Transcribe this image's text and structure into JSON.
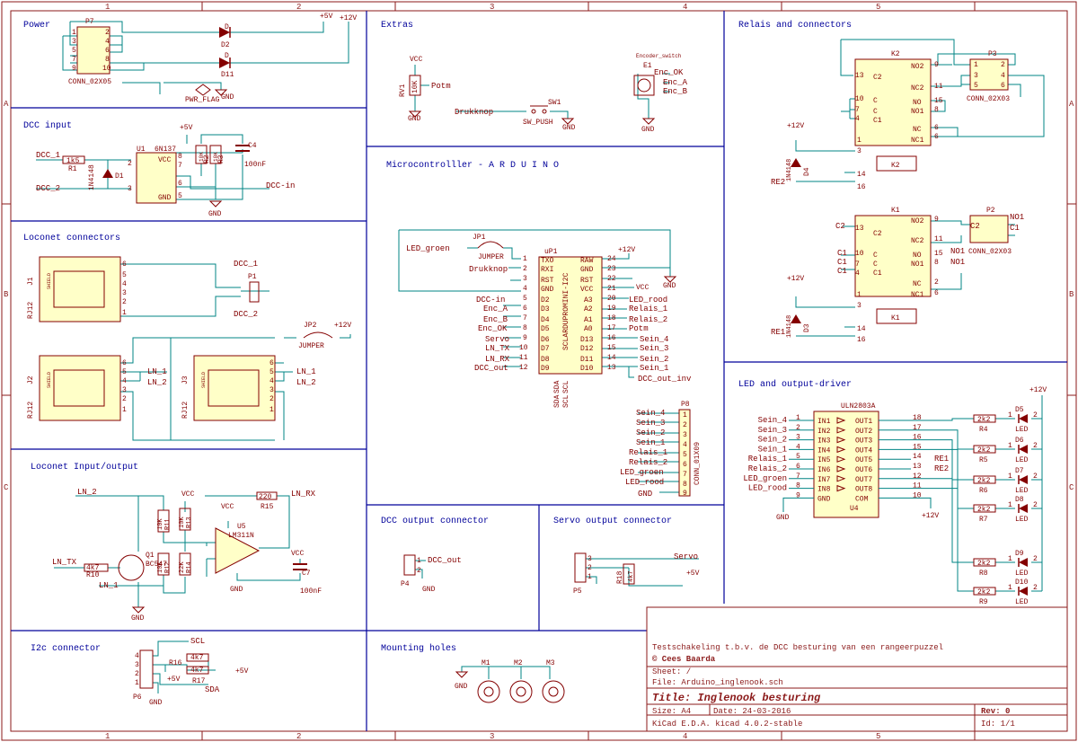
{
  "frame": {
    "cols": [
      "1",
      "2",
      "3",
      "4",
      "5"
    ],
    "rows": [
      "A",
      "B",
      "C"
    ]
  },
  "sections": {
    "power": "Power",
    "extras": "Extras",
    "relais": "Relais and connectors",
    "dcc_input": "DCC input",
    "micro": "Microcontrolller - A R D U I N O",
    "loconet_conn": "Loconet connectors",
    "loconet_io": "Loconet Input/output",
    "led_driver": "LED and output-driver",
    "dcc_out": "DCC output connector",
    "servo_out": "Servo output connector",
    "i2c": "I2c connector",
    "mounting": "Mounting holes"
  },
  "power": {
    "conn_ref": "P7",
    "conn_val": "CONN_02X05",
    "pins_left": [
      "1",
      "3",
      "5",
      "7",
      "9"
    ],
    "pins_right": [
      "2",
      "4",
      "6",
      "8",
      "10"
    ],
    "d2_ref": "D",
    "d2_val": "D2",
    "d11_ref": "D",
    "d11_val": "D11",
    "p5v": "+5V",
    "p12v": "+12V",
    "pwr_flag": "PWR_FLAG",
    "gnd": "GND"
  },
  "extras": {
    "vcc": "VCC",
    "rv1": "RV1",
    "rv1_val": "10K",
    "potm": "Potm",
    "gnd": "GND",
    "drukknop": "Drukknop",
    "sw1": "SW1",
    "sw_val": "SW_PUSH",
    "gnd2": "GND",
    "enc_title": "Encoder_switch",
    "e1": "E1",
    "enc_ok": "Enc_OK",
    "enc_a": "Enc_A",
    "enc_b": "Enc_B",
    "gnd3": "GND"
  },
  "relais": {
    "k2": "K2",
    "k1": "K1",
    "p3": "P3",
    "p3_val": "CONN_02X03",
    "p2": "P2",
    "p2_val": "CONN_02X03",
    "k2_pins": [
      {
        "n": "13",
        "t": "C2"
      },
      {
        "n": "9",
        "t": "NO2"
      },
      {
        "n": "11",
        "t": "NC2"
      },
      {
        "n": "10",
        "t": "C"
      },
      {
        "n": "7",
        "t": "C"
      },
      {
        "n": "4",
        "t": "C1"
      },
      {
        "n": "15",
        "t": "NO"
      },
      {
        "n": "8",
        "t": "NO1"
      },
      {
        "n": "6",
        "t": "NC"
      },
      {
        "n": "6",
        "t": "NC1"
      },
      {
        "n": "1",
        "t": ""
      },
      {
        "n": "3",
        "t": ""
      },
      {
        "n": "14",
        "t": ""
      },
      {
        "n": "16",
        "t": ""
      }
    ],
    "p3_pins": [
      "1",
      "2",
      "3",
      "4",
      "5",
      "6"
    ],
    "p12v_a": "+12V",
    "d4": "D4",
    "d4_val": "1N4148",
    "re2": "RE2",
    "k2_box": "K2",
    "c2": "C2",
    "no1": "NO1",
    "c1": "C1",
    "k1_pins_left": [
      "13",
      "10",
      "7",
      "4",
      "1",
      "3",
      "14",
      "16"
    ],
    "k1_pins_right": [
      "9",
      "11",
      "15",
      "8",
      "2",
      "6"
    ],
    "k1_labels": [
      "NO2",
      "NC2",
      "C2",
      "C",
      "C",
      "C1",
      "NO",
      "NO1",
      "NC",
      "NC1"
    ],
    "c1a": "C1",
    "c1b": "C1",
    "c1c": "C1",
    "no1a": "NO1",
    "no1b": "NO1",
    "p12v_b": "+12V",
    "d3": "D3",
    "d3_val": "1N4148",
    "re1": "RE1",
    "k1_box": "K1"
  },
  "dcc_input": {
    "dcc1": "DCC_1",
    "dcc2": "DCC_2",
    "r1": "R1",
    "r1_val": "1k5",
    "d1": "D1",
    "d1_val": "1N4148",
    "u1": "U1",
    "u1_val": "6N137",
    "p5v": "+5V",
    "vcc": "VCC",
    "gnd_pin": "GND",
    "r2": "R2",
    "r2_val": "10K",
    "r3": "R3",
    "r3_val": "10K",
    "c4": "C4",
    "c4_val": "100nF",
    "dcc_in": "DCC-in",
    "gnd": "GND",
    "pins": [
      "2",
      "3",
      "8",
      "7",
      "6",
      "5"
    ]
  },
  "micro": {
    "jp1": "JP1",
    "jumper": "JUMPER",
    "led_groen": "LED_groen",
    "drukknop": "Drukknop",
    "up1": "uP1",
    "part": "SCLARDUPROMINI-I2C",
    "p12v": "+12V",
    "vcc": "VCC",
    "gnd": "GND",
    "left": [
      {
        "n": "1",
        "p": "TXO",
        "net": ""
      },
      {
        "n": "2",
        "p": "RXI",
        "net": "Drukknop"
      },
      {
        "n": "3",
        "p": "RST",
        "net": ""
      },
      {
        "n": "4",
        "p": "GND",
        "net": ""
      },
      {
        "n": "5",
        "p": "D2",
        "net": "DCC-in"
      },
      {
        "n": "6",
        "p": "D3",
        "net": "Enc_A"
      },
      {
        "n": "7",
        "p": "D4",
        "net": "Enc_B"
      },
      {
        "n": "8",
        "p": "D5",
        "net": "Enc_OK"
      },
      {
        "n": "9",
        "p": "D6",
        "net": "Servo"
      },
      {
        "n": "10",
        "p": "D7",
        "net": "LN_TX"
      },
      {
        "n": "11",
        "p": "D8",
        "net": "LN_RX"
      },
      {
        "n": "12",
        "p": "D9",
        "net": "DCC_out"
      }
    ],
    "right": [
      {
        "n": "24",
        "p": "RAW",
        "net": ""
      },
      {
        "n": "23",
        "p": "GND",
        "net": ""
      },
      {
        "n": "22",
        "p": "RST",
        "net": ""
      },
      {
        "n": "21",
        "p": "VCC",
        "net": ""
      },
      {
        "n": "20",
        "p": "A3",
        "net": "LED_rood"
      },
      {
        "n": "19",
        "p": "A2",
        "net": "Relais_1"
      },
      {
        "n": "18",
        "p": "A1",
        "net": "Relais_2"
      },
      {
        "n": "17",
        "p": "A0",
        "net": "Potm"
      },
      {
        "n": "16",
        "p": "D13",
        "net": "Sein_4"
      },
      {
        "n": "15",
        "p": "D12",
        "net": "Sein_3"
      },
      {
        "n": "14",
        "p": "D11",
        "net": "Sein_2"
      },
      {
        "n": "13",
        "p": "D10",
        "net": "Sein_1"
      }
    ],
    "dcc_out_inv": "DCC_out_inv",
    "sda": "SDA",
    "scl": "SCL",
    "sda2": "SDA",
    "scl2": "SCL",
    "p8": "P8",
    "p8_val": "CONN_01X09",
    "p8_nets": [
      "Sein_4",
      "Sein_3",
      "Sein_2",
      "Sein_1",
      "Relais_1",
      "Relais_2",
      "LED_groen",
      "LED_rood",
      "GND"
    ],
    "p8_pins": [
      "1",
      "2",
      "3",
      "4",
      "5",
      "6",
      "7",
      "8",
      "9"
    ]
  },
  "loconet": {
    "j1": "J1",
    "j2": "J2",
    "j3": "J3",
    "rj12": "RJ12",
    "shield": "SHIELD",
    "p1": "P1",
    "dcc1": "DCC_1",
    "dcc2": "DCC_2",
    "jp2": "JP2",
    "jumper": "JUMPER",
    "p12v": "+12V",
    "ln1": "LN_1",
    "ln2": "LN_2",
    "pins": [
      "6",
      "5",
      "4",
      "3",
      "2",
      "1"
    ]
  },
  "loconet_io": {
    "ln2": "LN_2",
    "ln_tx": "LN_TX",
    "ln1": "LN_1",
    "ln_rx": "LN_RX",
    "r10": "R10",
    "r10_val": "4k7",
    "q1": "Q1",
    "q1_val": "BC547",
    "r11": "R11",
    "r11_val": "10K",
    "r12": "R12",
    "r12_val": "10K",
    "r13": "R13",
    "r13_val": "10K",
    "r14": "R14",
    "r14_val": "22K",
    "r15": "R15",
    "r15_val": "220",
    "vcc": "VCC",
    "vcc2": "VCC",
    "vcc3": "VCC",
    "u5": "U5",
    "u5_val": "LM311N",
    "c7": "C7",
    "c7_val": "100nF",
    "gnd": "GND",
    "gnd2": "GND"
  },
  "led": {
    "u4": "U4",
    "u4_val": "ULN2803A",
    "p12v": "+12V",
    "p12v2": "+12V",
    "inputs": [
      {
        "net": "Sein_4",
        "n": "1",
        "p": "IN1"
      },
      {
        "net": "Sein_3",
        "n": "2",
        "p": "IN2"
      },
      {
        "net": "Sein_2",
        "n": "3",
        "p": "IN3"
      },
      {
        "net": "Sein_1",
        "n": "4",
        "p": "IN4"
      },
      {
        "net": "Relais_1",
        "n": "5",
        "p": "IN5"
      },
      {
        "net": "Relais_2",
        "n": "6",
        "p": "IN6"
      },
      {
        "net": "LED_groen",
        "n": "7",
        "p": "IN7"
      },
      {
        "net": "LED_rood",
        "n": "8",
        "p": "IN8"
      },
      {
        "net": "",
        "n": "9",
        "p": "GND"
      }
    ],
    "outputs": [
      {
        "n": "18",
        "p": "OUT1",
        "net": ""
      },
      {
        "n": "17",
        "p": "OUT2",
        "net": ""
      },
      {
        "n": "16",
        "p": "OUT3",
        "net": ""
      },
      {
        "n": "15",
        "p": "OUT4",
        "net": ""
      },
      {
        "n": "14",
        "p": "OUT5",
        "net": "RE1"
      },
      {
        "n": "13",
        "p": "OUT6",
        "net": "RE2"
      },
      {
        "n": "12",
        "p": "OUT7",
        "net": ""
      },
      {
        "n": "11",
        "p": "OUT8",
        "net": ""
      },
      {
        "n": "10",
        "p": "COM",
        "net": ""
      }
    ],
    "gnd": "GND",
    "res": [
      {
        "r": "R4",
        "v": "2k2"
      },
      {
        "r": "R5",
        "v": "2k2"
      },
      {
        "r": "R6",
        "v": "2k2"
      },
      {
        "r": "R7",
        "v": "2k2"
      },
      {
        "r": "R8",
        "v": "2k2"
      },
      {
        "r": "R9",
        "v": "2k2"
      }
    ],
    "leds": [
      "D5",
      "D6",
      "D7",
      "D8",
      "D9",
      "D10"
    ],
    "led_lbl": "LED"
  },
  "dcc_out": {
    "p4": "P4",
    "net": "DCC_out",
    "gnd": "GND",
    "pins": [
      "1",
      "2"
    ]
  },
  "servo_out": {
    "p5": "P5",
    "servo": "Servo",
    "r18": "R18",
    "r18_val": "4k7",
    "p5v": "+5V",
    "pins": [
      "3",
      "2",
      "1"
    ]
  },
  "i2c": {
    "p6": "P6",
    "scl": "SCL",
    "sda": "SDA",
    "r16": "R16",
    "r16_val": "4k7",
    "r17": "R17",
    "r17_val": "4k7",
    "p5v": "+5V",
    "p5v2": "+5V",
    "gnd": "GND",
    "pins": [
      "4",
      "3",
      "2",
      "1"
    ]
  },
  "mounting": {
    "m1": "M1",
    "m2": "M2",
    "m3": "M3",
    "gnd": "GND"
  },
  "title_block": {
    "desc": "Testschakeling t.b.v. de DCC besturing van een rangeerpuzzel",
    "author": "© Cees Baarda",
    "sheet": "Sheet: /",
    "file": "File: Arduino_inglenook.sch",
    "title": "Title: Inglenook besturing",
    "size": "Size: A4",
    "date": "Date: 24-03-2016",
    "rev": "Rev: 0",
    "tool": "KiCad E.D.A.  kicad 4.0.2-stable",
    "id": "Id: 1/1"
  },
  "colors": {
    "wire": "#008484",
    "part": "#840000",
    "text": "#840000",
    "sheet": "#8b1a1a",
    "border": "#00009a",
    "pin": "#840000"
  }
}
